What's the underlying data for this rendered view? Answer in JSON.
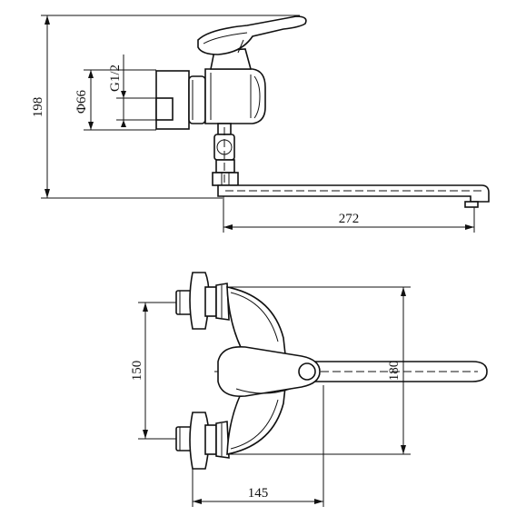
{
  "side_view": {
    "dims": {
      "height": "198",
      "diameter": "Φ66",
      "thread": "G1/2",
      "spout_length": "272"
    }
  },
  "top_view": {
    "dims": {
      "inlet_spacing": "150",
      "height": "180",
      "depth": "145"
    }
  }
}
